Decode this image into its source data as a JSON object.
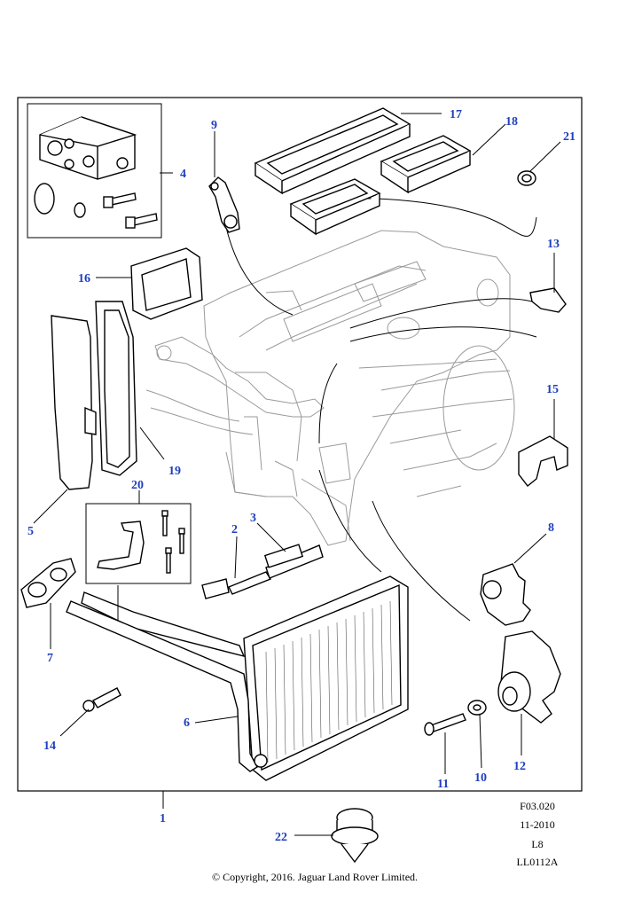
{
  "callouts": {
    "c1": "1",
    "c2": "2",
    "c3": "3",
    "c4": "4",
    "c5": "5",
    "c6": "6",
    "c7": "7",
    "c8": "8",
    "c9": "9",
    "c10": "10",
    "c11": "11",
    "c12": "12",
    "c13": "13",
    "c14": "14",
    "c15": "15",
    "c16": "16",
    "c17": "17",
    "c18": "18",
    "c19": "19",
    "c20": "20",
    "c21": "21",
    "c22": "22"
  },
  "reference": {
    "figure": "F03.020",
    "date": "11-2010",
    "level": "L8",
    "code": "LL0112A"
  },
  "footer": {
    "copyright": "© Copyright, 2016. Jaguar Land Rover Limited."
  },
  "colors": {
    "callout": "#1f3fbf",
    "line": "#000000",
    "ghost": "#9a9a9a"
  }
}
